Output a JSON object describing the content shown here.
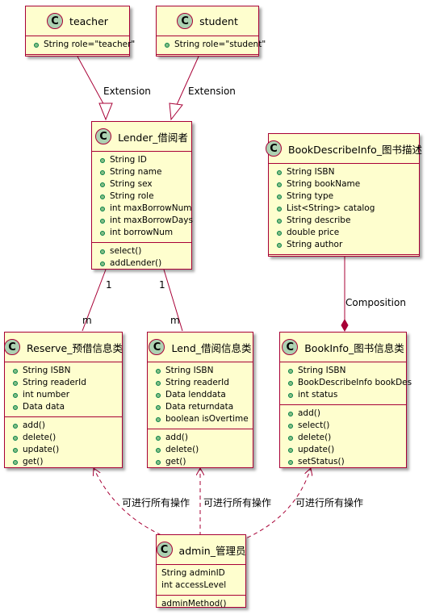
{
  "classes": {
    "teacher": {
      "name": "teacher",
      "attributes": [
        "String role=\"teacher\""
      ],
      "methods": []
    },
    "student": {
      "name": "student",
      "attributes": [
        "String role=\"student\""
      ],
      "methods": []
    },
    "lender": {
      "name": "Lender_借阅者",
      "attributes": [
        "String  ID",
        "String  name",
        "String  sex",
        "String  role",
        "int  maxBorrowNum",
        "int  maxBorrowDays",
        "int  borrowNum"
      ],
      "methods": [
        "select()",
        "addLender()"
      ]
    },
    "bookdescribe": {
      "name": "BookDescribeInfo_图书描述",
      "attributes": [
        "String ISBN",
        "String bookName",
        "String type",
        "List<String> catalog",
        "String describe",
        "double price",
        "String author"
      ],
      "methods": []
    },
    "reserve": {
      "name": "Reserve_预借信息类",
      "attributes": [
        "String  ISBN",
        "String  readerId",
        "int  number",
        "Data  data"
      ],
      "methods": [
        "add()",
        "delete()",
        "update()",
        "get()"
      ]
    },
    "lend": {
      "name": "Lend_借阅信息类",
      "attributes": [
        "String  ISBN",
        "String  readerId",
        "Data  lenddata",
        "Data  returndata",
        "boolean  isOvertime"
      ],
      "methods": [
        "add()",
        "delete()",
        "get()"
      ]
    },
    "bookinfo": {
      "name": "BookInfo_图书信息类",
      "attributes": [
        "String  ISBN",
        "BookDescribeInfo bookDes",
        "int  status"
      ],
      "methods": [
        "add()",
        "select()",
        "delete()",
        "update()",
        "setStatus()"
      ]
    },
    "admin": {
      "name": "admin_管理员",
      "attributes": [
        "String adminID",
        "int accessLevel"
      ],
      "methods": [
        "adminMethod()"
      ]
    }
  },
  "relations": {
    "teacher_extension": "Extension",
    "student_extension": "Extension",
    "lender_reserve_from": "1",
    "lender_reserve_to": "m",
    "lender_lend_from": "1",
    "lender_lend_to": "m",
    "composition": "Composition",
    "admin_reserve": "可进行所有操作",
    "admin_lend": "可进行所有操作",
    "admin_bookinfo": "可进行所有操作"
  },
  "colors": {
    "box_fill": "#FEFECE",
    "border": "#A80036",
    "class_icon": "#ADD1B2",
    "public_marker": "#84BE84"
  }
}
